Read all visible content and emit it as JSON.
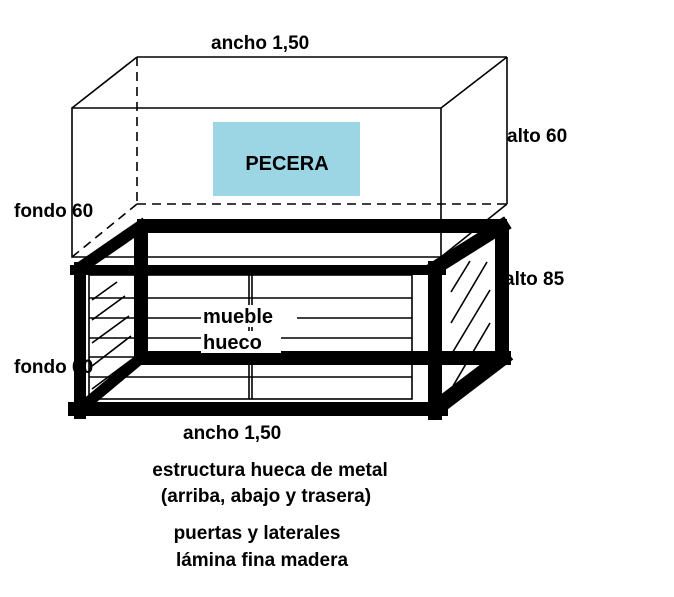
{
  "labels": {
    "tank_width": "ancho 1,50",
    "tank_height": "alto 60",
    "tank_depth": "fondo 60",
    "tank_name": "PECERA",
    "cabinet_height": "alto 85",
    "cabinet_name": "mueble",
    "cabinet_hollow": "hueco",
    "cabinet_depth": "fondo 60",
    "cabinet_width": "ancho 1,50"
  },
  "notes": [
    "estructura hueca de metal",
    "(arriba, abajo y trasera)",
    "puertas y laterales",
    "lámina fina madera"
  ],
  "colors": {
    "tank_label_fill": "#9cd6e4",
    "line": "#000000"
  }
}
